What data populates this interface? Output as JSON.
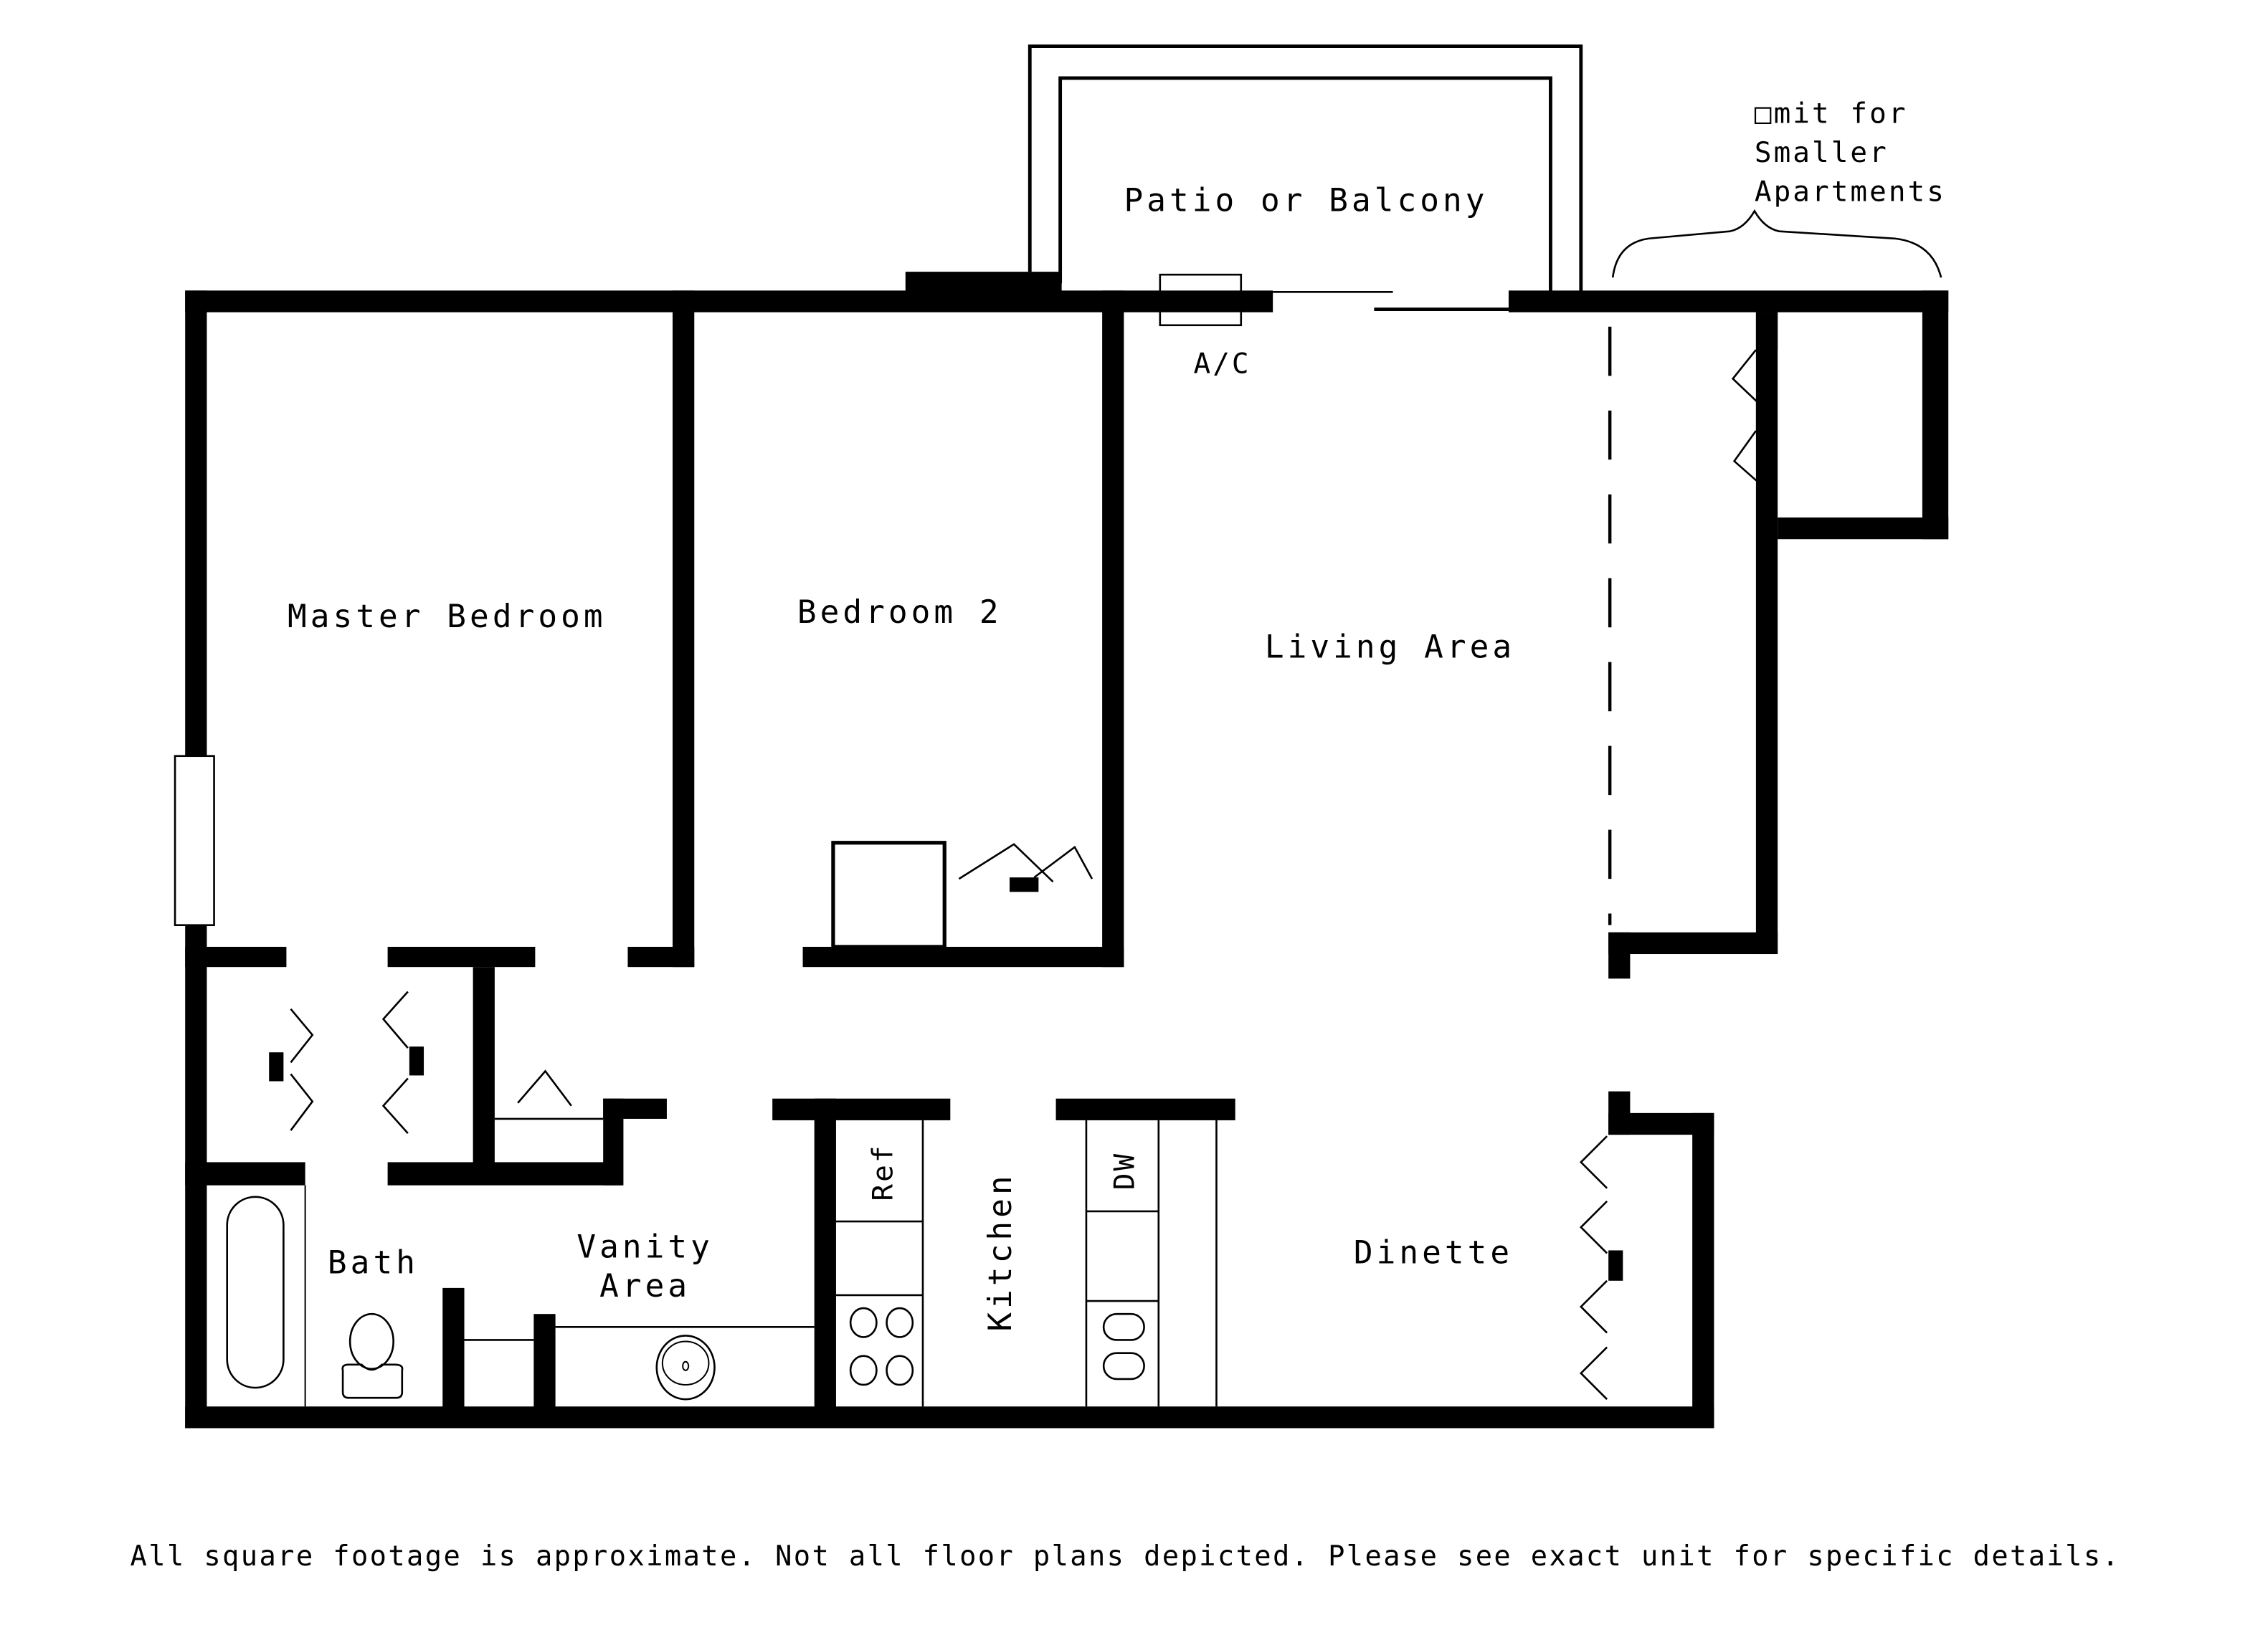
{
  "floor_plan": {
    "rooms": {
      "patio": "Patio or Balcony",
      "master_bedroom": "Master Bedroom",
      "bedroom_2": "Bedroom 2",
      "living_area": "Living Area",
      "bath": "Bath",
      "vanity_line1": "Vanity",
      "vanity_line2": "Area",
      "kitchen": "Kitchen",
      "dinette": "Dinette"
    },
    "fixtures": {
      "ac": "A/C",
      "refrigerator": "Ref",
      "dishwasher": "DW"
    },
    "note": {
      "line1": "□mit for",
      "line2": "Smaller",
      "line3": "Apartments"
    },
    "footer": "All square footage is approximate. Not all floor plans depicted. Please see exact unit for specific details.",
    "colors": {
      "background": "#ffffff",
      "walls": "#000000"
    }
  }
}
